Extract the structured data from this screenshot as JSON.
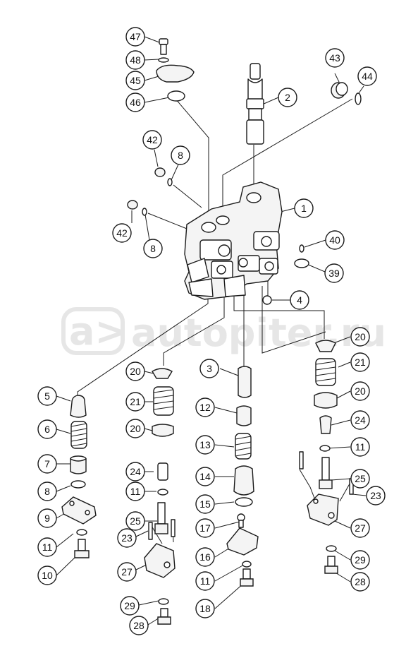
{
  "watermark": {
    "logo_glyph": "a>",
    "text": "autopiter.ru",
    "color": "#e6e6e6"
  },
  "callouts": [
    {
      "id": "c47",
      "label": "47"
    },
    {
      "id": "c48",
      "label": "48"
    },
    {
      "id": "c45",
      "label": "45"
    },
    {
      "id": "c46",
      "label": "46"
    },
    {
      "id": "c43",
      "label": "43"
    },
    {
      "id": "c44",
      "label": "44"
    },
    {
      "id": "c2",
      "label": "2"
    },
    {
      "id": "c42a",
      "label": "42"
    },
    {
      "id": "c8a",
      "label": "8"
    },
    {
      "id": "c1",
      "label": "1"
    },
    {
      "id": "c42b",
      "label": "42"
    },
    {
      "id": "c8b",
      "label": "8"
    },
    {
      "id": "c40",
      "label": "40"
    },
    {
      "id": "c39",
      "label": "39"
    },
    {
      "id": "c4",
      "label": "4"
    },
    {
      "id": "c20a",
      "label": "20"
    },
    {
      "id": "c21a",
      "label": "21"
    },
    {
      "id": "c20b",
      "label": "20"
    },
    {
      "id": "c24a",
      "label": "24"
    },
    {
      "id": "c11a",
      "label": "11"
    },
    {
      "id": "c25a",
      "label": "25"
    },
    {
      "id": "c23a",
      "label": "23"
    },
    {
      "id": "c27a",
      "label": "27"
    },
    {
      "id": "c29a",
      "label": "29"
    },
    {
      "id": "c28a",
      "label": "28"
    },
    {
      "id": "c5",
      "label": "5"
    },
    {
      "id": "c6",
      "label": "6"
    },
    {
      "id": "c7",
      "label": "7"
    },
    {
      "id": "c8c",
      "label": "8"
    },
    {
      "id": "c9",
      "label": "9"
    },
    {
      "id": "c11b",
      "label": "11"
    },
    {
      "id": "c10",
      "label": "10"
    },
    {
      "id": "c3",
      "label": "3"
    },
    {
      "id": "c12",
      "label": "12"
    },
    {
      "id": "c13",
      "label": "13"
    },
    {
      "id": "c14",
      "label": "14"
    },
    {
      "id": "c15",
      "label": "15"
    },
    {
      "id": "c17",
      "label": "17"
    },
    {
      "id": "c16",
      "label": "16"
    },
    {
      "id": "c11c",
      "label": "11"
    },
    {
      "id": "c18",
      "label": "18"
    },
    {
      "id": "c20c",
      "label": "20"
    },
    {
      "id": "c21b",
      "label": "21"
    },
    {
      "id": "c20d",
      "label": "20"
    },
    {
      "id": "c24b",
      "label": "24"
    },
    {
      "id": "c11d",
      "label": "11"
    },
    {
      "id": "c25b",
      "label": "25"
    },
    {
      "id": "c23b",
      "label": "23"
    },
    {
      "id": "c27b",
      "label": "27"
    },
    {
      "id": "c29b",
      "label": "29"
    },
    {
      "id": "c28b",
      "label": "28"
    }
  ]
}
